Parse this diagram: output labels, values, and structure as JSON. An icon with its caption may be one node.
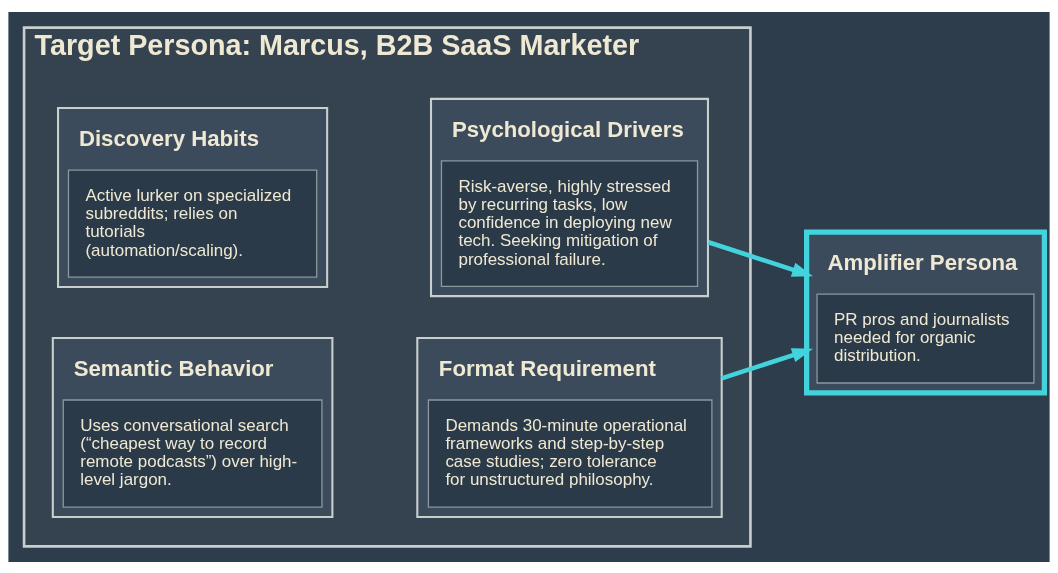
{
  "diagram": {
    "nodes": [
      {
        "text": [
          "Target Persona: Marcus, B2B SaaS Marketer"
        ]
      },
      {
        "text": [
          "Discovery Habits",
          "Active lurker on specialized subreddits; relies on tutorials (automation/scaling)."
        ],
        "in": 0
      },
      {
        "text": [
          "Psychological Drivers",
          "Risk-averse, highly stressed by recurring tasks, low confidence in deploying new tech. Seeking mitigation of professional failure."
        ],
        "in": 0
      },
      {
        "text": [
          "Semantic Behavior",
          "Uses conversational search (“cheapest way to record remote podcasts”) over high-level jargon."
        ],
        "in": 0
      },
      {
        "text": [
          "Format Requirement",
          "Demands 30-minute operational frameworks and step-by-step case studies; zero tolerance for unstructured philosophy."
        ],
        "in": 0
      },
      {
        "text": [
          "Amplifier Persona",
          "PR pros and journalists needed for organic distribution."
        ]
      }
    ],
    "edges": [
      {
        "from": 2,
        "to": 5,
        "arrow": "to"
      },
      {
        "from": 4,
        "to": 5,
        "arrow": "to"
      }
    ]
  }
}
